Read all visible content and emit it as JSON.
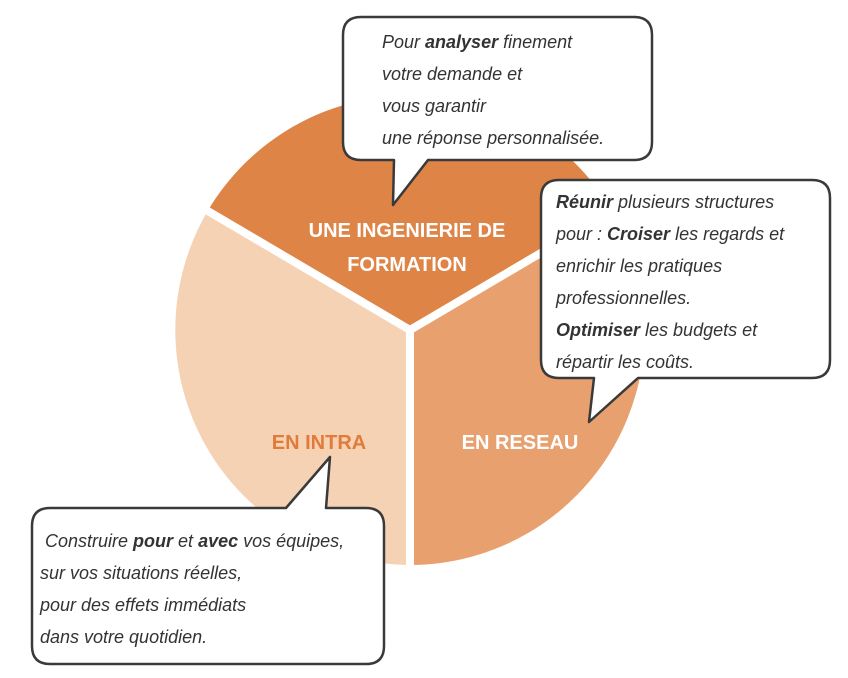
{
  "colors": {
    "segment_top": "#DE8447",
    "segment_right": "#E8A06E",
    "segment_left": "#F6D2B5",
    "label_on_dark": "#FFFFFF",
    "label_on_light": "#E07B39",
    "bubble_border": "#3A3A3A",
    "bubble_fill": "#FFFFFF",
    "bubble_text": "#333333"
  },
  "segments": {
    "top": {
      "label_line1": "UNE INGENIERIE DE",
      "label_line2": "FORMATION"
    },
    "right": {
      "label": "EN RESEAU"
    },
    "left": {
      "label": "EN INTRA"
    }
  },
  "bubbles": {
    "top": {
      "line1_pre": "Pour ",
      "line1_bold": "analyser",
      "line1_post": " finement",
      "line2": "votre demande et",
      "line3": "vous garantir",
      "line4": "une réponse personnalisée."
    },
    "right": {
      "line1_bold": "Réunir",
      "line1_post": " plusieurs structures",
      "line2_pre": "pour : ",
      "line2_bold": "Croiser",
      "line2_post": " les regards et",
      "line3": "enrichir les pratiques",
      "line4": "professionnelles.",
      "line5_bold": "Optimiser",
      "line5_post": " les budgets et",
      "line6": "répartir les coûts."
    },
    "bottom": {
      "line1_pre": " Construire ",
      "line1_bold1": "pour",
      "line1_mid": " et ",
      "line1_bold2": "avec",
      "line1_post": " vos équipes,",
      "line2": "sur vos situations réelles,",
      "line3": "pour des effets immédiats",
      "line4": "dans votre quotidien."
    }
  }
}
